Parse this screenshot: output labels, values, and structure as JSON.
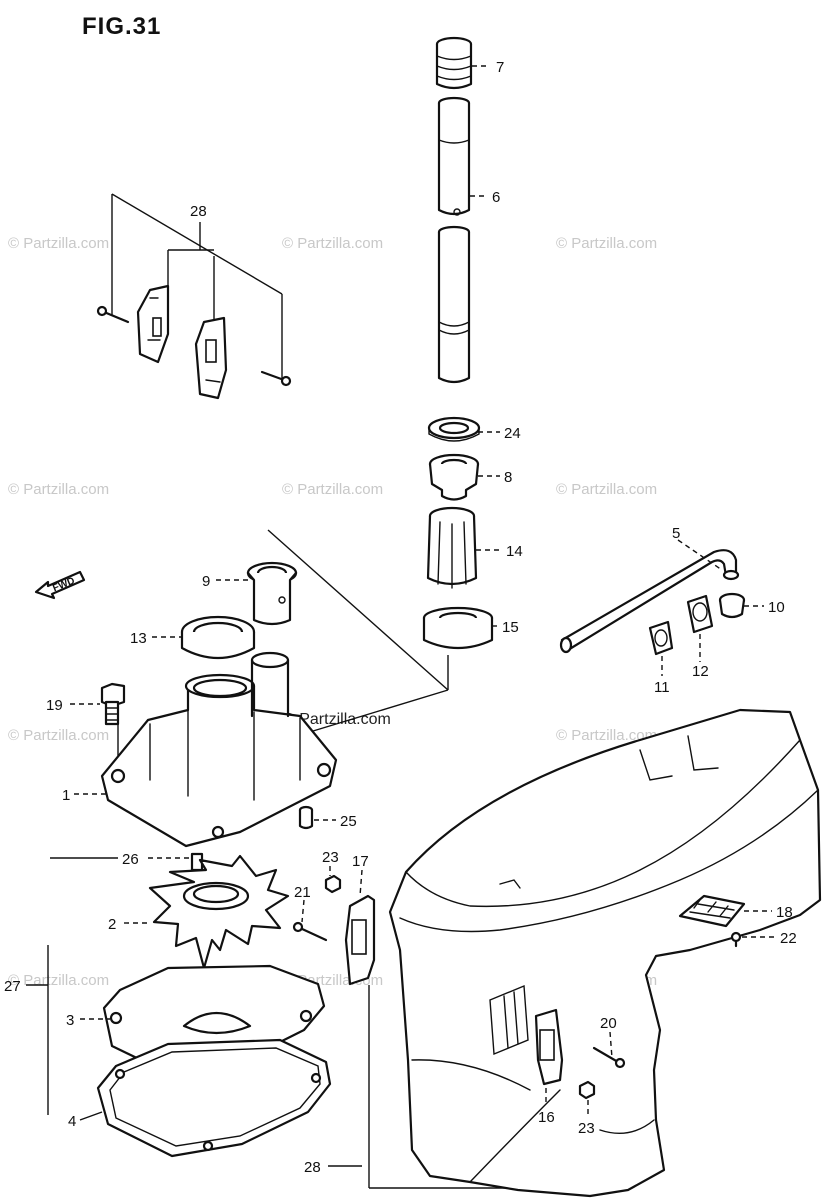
{
  "figure": {
    "title": "FIG.31",
    "watermark": "© Partzilla.com",
    "fwd_label": "FWD"
  },
  "callouts": {
    "c1": "1",
    "c2": "2",
    "c3": "3",
    "c4": "4",
    "c5": "5",
    "c6": "6",
    "c7": "7",
    "c8": "8",
    "c9": "9",
    "c10": "10",
    "c11": "11",
    "c12": "12",
    "c13": "13",
    "c14": "14",
    "c15": "15",
    "c16": "16",
    "c17": "17",
    "c18": "18",
    "c19": "19",
    "c20": "20",
    "c21": "21",
    "c22": "22",
    "c23a": "23",
    "c23b": "23",
    "c24": "24",
    "c25": "25",
    "c26": "26",
    "c27": "27",
    "c28a": "28",
    "c28b": "28"
  }
}
